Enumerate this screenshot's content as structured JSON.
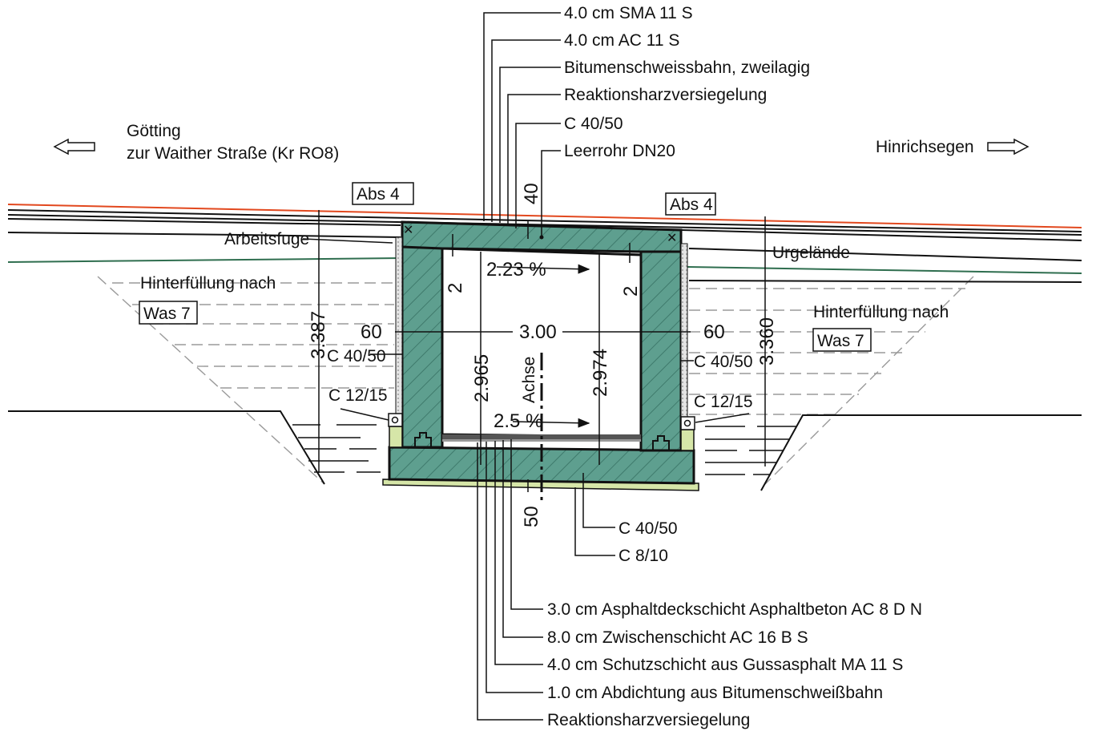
{
  "directions": {
    "left_line1": "Götting",
    "left_line2": "zur Waither Straße (Kr RO8)",
    "right": "Hinrichsegen"
  },
  "layers_top": [
    "4.0 cm SMA 11 S",
    "4.0 cm AC 11 S",
    "Bitumenschweissbahn, zweilagig",
    "Reaktionsharzversiegelung",
    "C 40/50",
    "Leerrohr DN20"
  ],
  "layers_bottom": [
    "3.0 cm Asphaltdeckschicht Asphaltbeton AC 8 D N",
    "8.0 cm Zwischenschicht AC 16 B S",
    "4.0 cm Schutzschicht aus Gussasphalt MA 11 S",
    "1.0 cm Abdichtung aus Bitumenschweißbahn",
    "Reaktionsharzversiegelung"
  ],
  "base_labels": [
    "C 40/50",
    "C 8/10"
  ],
  "labels": {
    "abs_left": "Abs 4",
    "abs_right": "Abs 4",
    "arbeitsfuge": "Arbeitsfuge",
    "urgelaende": "Urgelände",
    "hinter_left": "Hinterfüllung nach",
    "was_left": "Was 7",
    "hinter_right": "Hinterfüllung nach",
    "was_right": "Was 7",
    "c4050_left": "C 40/50",
    "c4050_right": "C 40/50",
    "c1215_left": "C 12/15",
    "c1215_right": "C 12/15",
    "achse": "Achse"
  },
  "dimensions": {
    "slope_top": "2.23 %",
    "slope_bottom": "2.5 %",
    "width_inner": "3.00",
    "wall_left": "60",
    "wall_right": "60",
    "height_left": "3.387",
    "height_right": "3.360",
    "clear_left": "2.965",
    "clear_right": "2.974",
    "haunch_left": "2",
    "haunch_right": "2",
    "top_slab": "40",
    "bottom_slab": "50"
  },
  "colors": {
    "concrete": "#5e9f8f",
    "lean_concrete": "#d6e6a8",
    "road_edge": "#e2481e",
    "terrain": "#2f6e4f"
  }
}
